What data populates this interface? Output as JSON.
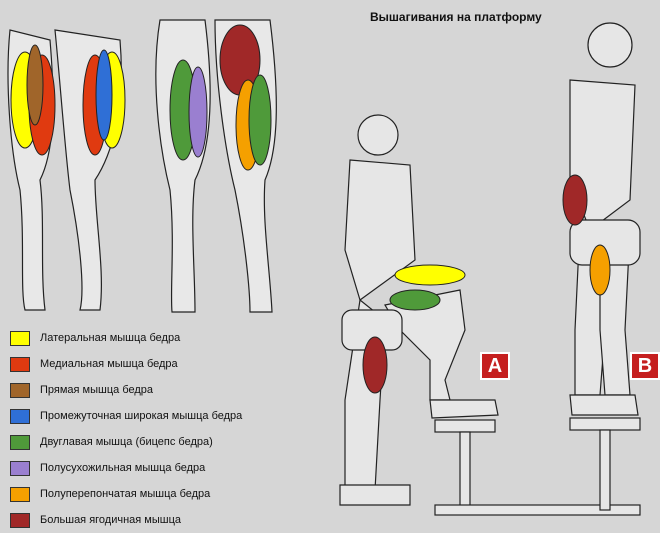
{
  "title": "Вышагивания на платформу",
  "badges": {
    "a": "A",
    "b": "B"
  },
  "legend": [
    {
      "label": "Латеральная мышца бедра",
      "color": "#ffff00"
    },
    {
      "label": "Медиальная мышца бедра",
      "color": "#e03a10"
    },
    {
      "label": "Прямая мышца бедра",
      "color": "#a0652a"
    },
    {
      "label": "Промежуточная широкая мышца бедра",
      "color": "#2f6fd6"
    },
    {
      "label": "Двуглавая мышца (бицепс бедра)",
      "color": "#4f9a3a"
    },
    {
      "label": "Полусухожильная мышца бедра",
      "color": "#9a7fd0"
    },
    {
      "label": "Полуперепончатая мышца бедра",
      "color": "#f5a000"
    },
    {
      "label": "Большая ягодичная мышца",
      "color": "#a02828"
    }
  ]
}
